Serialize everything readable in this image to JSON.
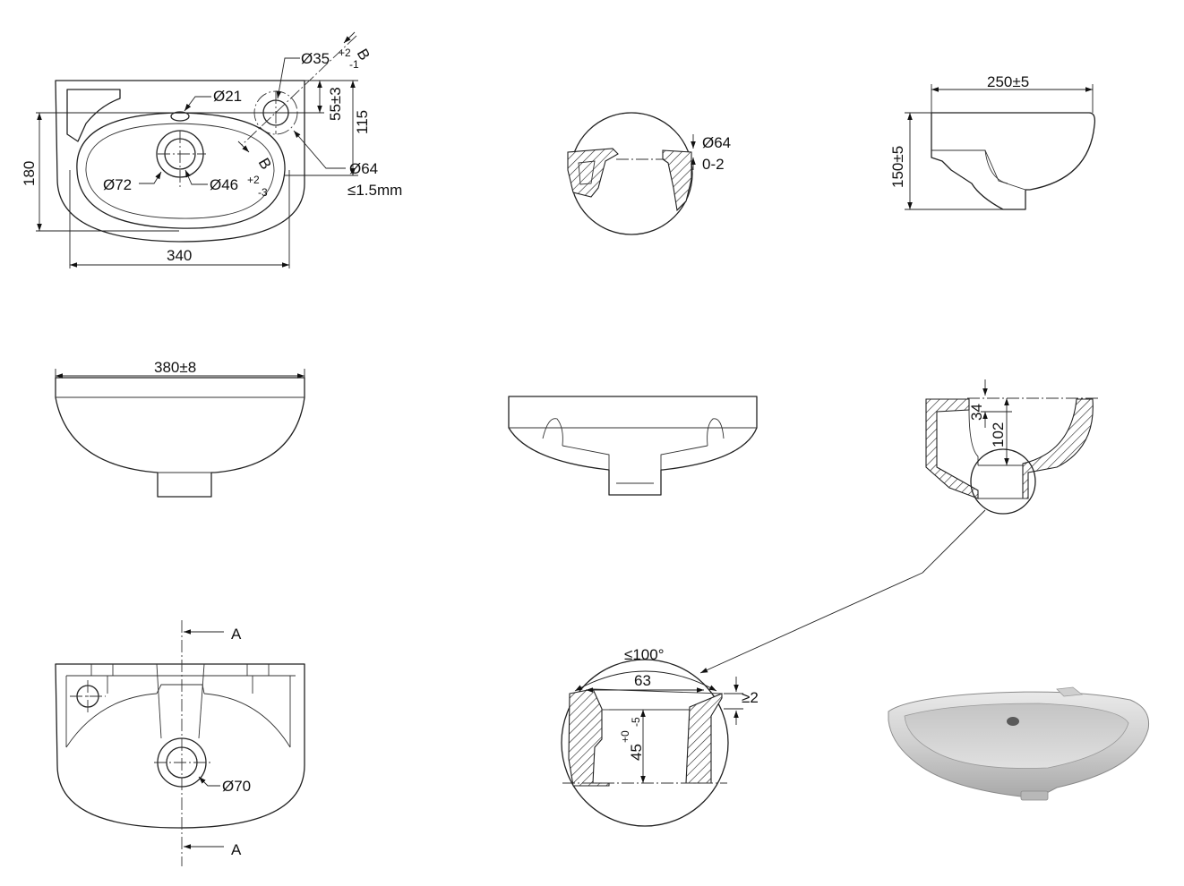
{
  "dimensions": {
    "d35": "Ø35",
    "d35_tol_up": "+2",
    "d35_tol_dn": "-1",
    "section_b": "B",
    "d21": "Ø21",
    "h55": "55±3",
    "h115": "115",
    "w180": "180",
    "d72": "Ø72",
    "d46": "Ø46",
    "d46_tol_up": "+2",
    "d46_tol_dn": "-3",
    "d64": "Ø64",
    "flat": "≤1.5mm",
    "w340": "340",
    "d64_detail": "Ø64",
    "gap02": "0-2",
    "w250": "250±5",
    "h150": "150±5",
    "w380": "380±8",
    "h34": "34",
    "h102": "102",
    "section_a": "A",
    "d70": "Ø70",
    "angle100": "≤100°",
    "w63": "63",
    "ge2": "≥2",
    "h45": "45",
    "h45_tol_up": "+0",
    "h45_tol_dn": "-5"
  },
  "colors": {
    "line": "#222222",
    "photo_body": "#d8d8d8",
    "photo_shadow": "#9a9a9a"
  }
}
